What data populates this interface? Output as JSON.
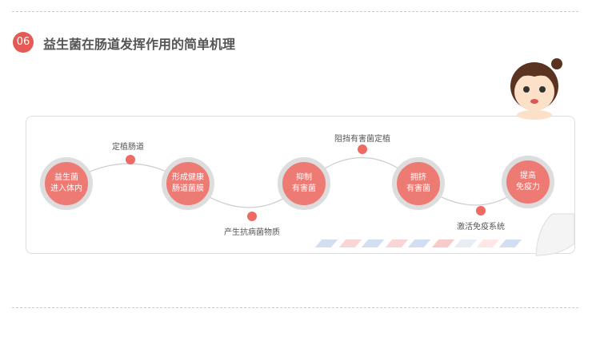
{
  "header": {
    "number": "06",
    "title": "益生菌在肠道发挥作用的简单机理"
  },
  "steps": [
    {
      "line1": "益生菌",
      "line2": "进入体内"
    },
    {
      "line1": "形成健康",
      "line2": "肠道菌膜"
    },
    {
      "line1": "抑制",
      "line2": "有害菌"
    },
    {
      "line1": "拥挤",
      "line2": "有害菌"
    },
    {
      "line1": "提高",
      "line2": "免疫力"
    }
  ],
  "connectors": [
    "定植肠道",
    "产生抗病菌物质",
    "阻挡有害菌定植",
    "激活免疫系统"
  ],
  "colors": {
    "accent": "#ee7a74",
    "badge": "#e55a55"
  }
}
